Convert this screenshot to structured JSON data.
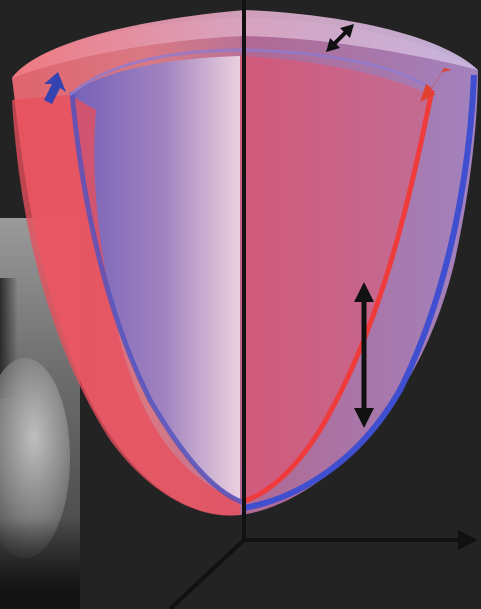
{
  "colors": {
    "background": "#232323",
    "endocardium_red": "#e8414c",
    "epicardium_blue": "#4a55c8",
    "axis_black": "#111111",
    "arrow_blue": "#3443b0",
    "arrow_red": "#e0402e"
  },
  "icons": {
    "longitudinal_arrow": "double-arrow-vertical",
    "radial_arrow": "double-arrow-diagonal",
    "rotation_up_arrow": "arrow-up-blue",
    "rotation_down_arrow": "arrow-down-red"
  }
}
